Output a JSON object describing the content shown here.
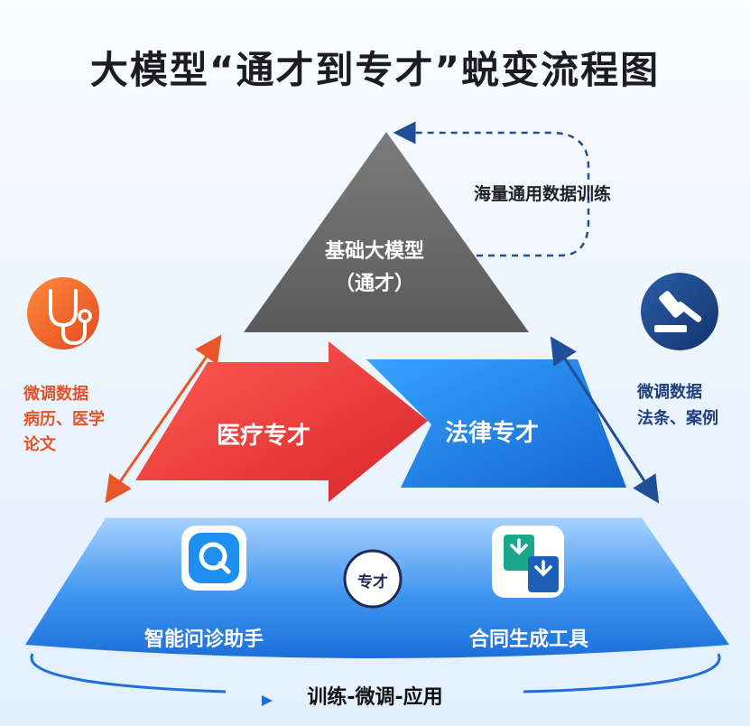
{
  "title": "大模型“通才到专才”蜕变流程图",
  "apex": {
    "title": "基础大模型",
    "subtitle": "（通才）"
  },
  "top_training": "海量通用数据训练",
  "middle": {
    "medical": "医疗专才",
    "legal": "法律专才"
  },
  "left_caption": {
    "line1": "微调数据",
    "line2": "病历、医学",
    "line3": "论文"
  },
  "right_caption": {
    "line1": "微调数据",
    "line2": "法条、案例"
  },
  "base": {
    "badge": "专才",
    "tool_left": "智能问诊助手",
    "tool_right": "合同生成工具"
  },
  "footer": "训练-微调-应用",
  "icons": {
    "left_circle": "stethoscope-icon",
    "right_circle": "gavel-icon",
    "tool_left": "search-q-icon",
    "tool_right": "download-documents-icon"
  },
  "colors": {
    "apex": "#6b6b6b",
    "medical": "#e53b3b",
    "legal": "#1f7ee6",
    "base": "#2f86ea",
    "left_accent": "#e8562a",
    "right_accent": "#1f3f7f"
  }
}
